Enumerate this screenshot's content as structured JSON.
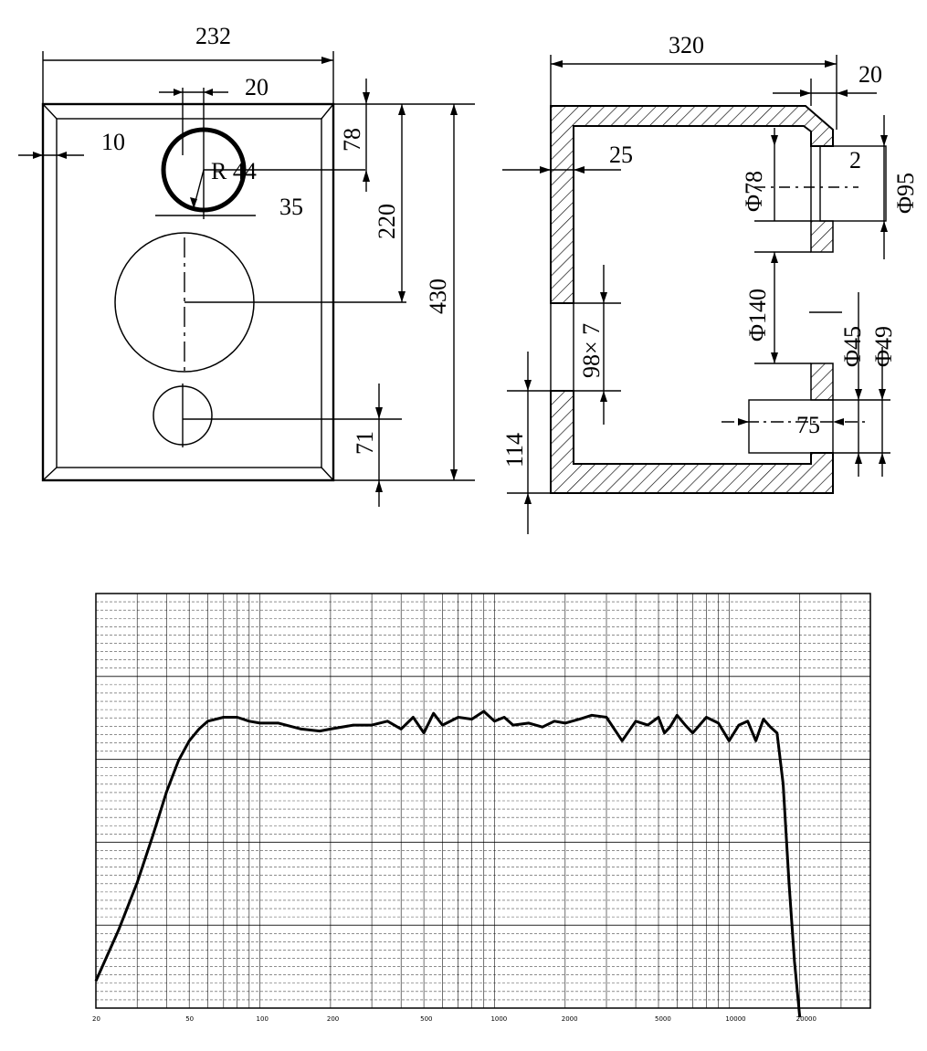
{
  "front_view": {
    "dims": {
      "width": "232",
      "tweeter_offset": "20",
      "side_margin": "10",
      "tweeter_radius": "R 44",
      "tweeter_width": "35",
      "tweeter_top": "78",
      "woofer_height": "220",
      "total_height": "430",
      "port_height": "71"
    }
  },
  "side_view": {
    "dims": {
      "depth": "320",
      "front_thickness": "20",
      "wall_thickness": "25",
      "step": "2",
      "d78": "Φ78",
      "d95": "Φ95",
      "d140": "Φ140",
      "d45": "Φ45",
      "d49": "Φ49",
      "brace": "98× 7",
      "port_length": "75",
      "bottom_height": "114"
    }
  },
  "chart_data": {
    "type": "line",
    "xscale": "log",
    "xlim": [
      20,
      40000
    ],
    "tick_labels": [
      "20",
      "50",
      "100",
      "200",
      "500",
      "1000",
      "2000",
      "5000",
      "10000",
      "20000"
    ],
    "x": [
      20,
      25,
      30,
      35,
      40,
      45,
      50,
      55,
      60,
      70,
      80,
      90,
      100,
      120,
      150,
      180,
      200,
      250,
      300,
      350,
      400,
      450,
      500,
      550,
      600,
      700,
      800,
      900,
      1000,
      1100,
      1200,
      1400,
      1600,
      1800,
      2000,
      2300,
      2600,
      3000,
      3500,
      4000,
      4500,
      5000,
      5300,
      5600,
      6000,
      6500,
      7000,
      8000,
      9000,
      10000,
      11000,
      12000,
      13000,
      14000,
      15000,
      16000,
      17000,
      18000,
      19000,
      20000
    ],
    "values": [
      0.05,
      0.18,
      0.3,
      0.42,
      0.53,
      0.61,
      0.66,
      0.69,
      0.71,
      0.72,
      0.72,
      0.71,
      0.705,
      0.705,
      0.69,
      0.685,
      0.69,
      0.7,
      0.7,
      0.71,
      0.69,
      0.72,
      0.68,
      0.73,
      0.7,
      0.72,
      0.715,
      0.735,
      0.71,
      0.72,
      0.7,
      0.705,
      0.695,
      0.71,
      0.705,
      0.715,
      0.725,
      0.72,
      0.66,
      0.71,
      0.7,
      0.72,
      0.68,
      0.695,
      0.725,
      0.7,
      0.68,
      0.72,
      0.705,
      0.66,
      0.7,
      0.71,
      0.66,
      0.715,
      0.695,
      0.68,
      0.55,
      0.3,
      0.1,
      -0.05
    ],
    "grid": true
  }
}
